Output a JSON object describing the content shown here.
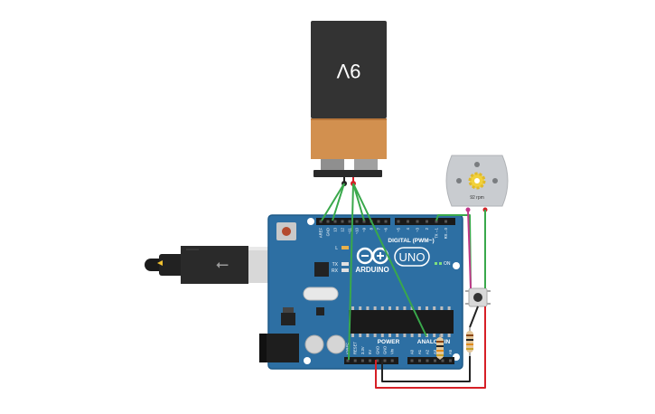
{
  "battery": {
    "label": "9V",
    "colors": {
      "top": "#333333",
      "bottom": "#d2904f"
    }
  },
  "board": {
    "logo_text": "ARDUINO",
    "model_text": "UNO",
    "digital_header_label": "DIGITAL (PWM~)",
    "power_label": "POWER",
    "analog_label": "ANALOG IN",
    "on_label": "ON",
    "led_l": "L",
    "led_tx": "TX",
    "led_rx": "RX",
    "top_pin_labels": [
      "AREF",
      "GND",
      "13",
      "12",
      "~11",
      "~10",
      "~9",
      "8",
      "7",
      "~6",
      "~5",
      "4",
      "~3",
      "2",
      "TX→1",
      "RX←0"
    ],
    "power_pin_labels": [
      "IOREF",
      "RESET",
      "3.3V",
      "5V",
      "GND",
      "GND",
      "Vin"
    ],
    "analog_pin_labels": [
      "A0",
      "A1",
      "A2",
      "A3",
      "A4",
      "A5"
    ],
    "colors": {
      "board": "#2d6fa3",
      "board_edge": "#1f5a88"
    }
  },
  "motor": {
    "rpm_label": "92 rpm",
    "colors": {
      "body": "#c9ccd0",
      "gear": "#f1d13c"
    }
  },
  "wire_colors": {
    "green": "#39a84b",
    "red": "#d61f26",
    "black": "#222222",
    "magenta": "#c2378b"
  }
}
